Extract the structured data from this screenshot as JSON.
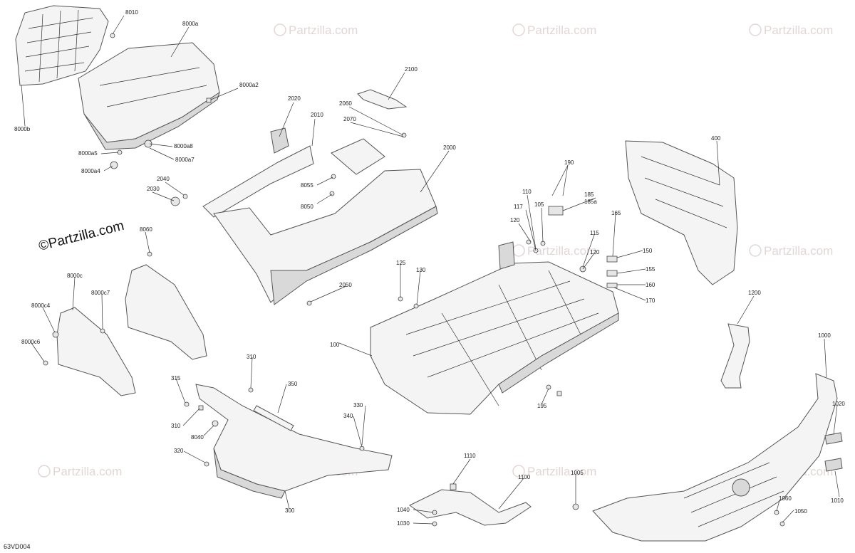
{
  "brand": {
    "symbol": "©",
    "text": "Partzilla.com"
  },
  "watermark": {
    "symbol": "©",
    "text": "Partzilla.com"
  },
  "diagram_code": "63VD004",
  "callouts": [
    "8010",
    "8000a",
    "8000a2",
    "8000b",
    "8000a8",
    "8000a5",
    "8000a7",
    "8000a4",
    "2100",
    "2060",
    "2070",
    "2020",
    "2010",
    "2000",
    "2040",
    "2030",
    "8055",
    "8050",
    "190",
    "110",
    "105",
    "117",
    "185",
    "185a",
    "165",
    "120",
    "115",
    "150",
    "155",
    "160",
    "170",
    "400",
    "8060",
    "8000c",
    "8000c7",
    "8000c4",
    "8000c6",
    "125",
    "130",
    "2050",
    "100",
    "1200",
    "1000",
    "310",
    "315",
    "350",
    "330",
    "340",
    "8040",
    "320",
    "300",
    "195",
    "1020",
    "1010",
    "1110",
    "1100",
    "1005",
    "1060",
    "1050",
    "1040",
    "1030"
  ]
}
